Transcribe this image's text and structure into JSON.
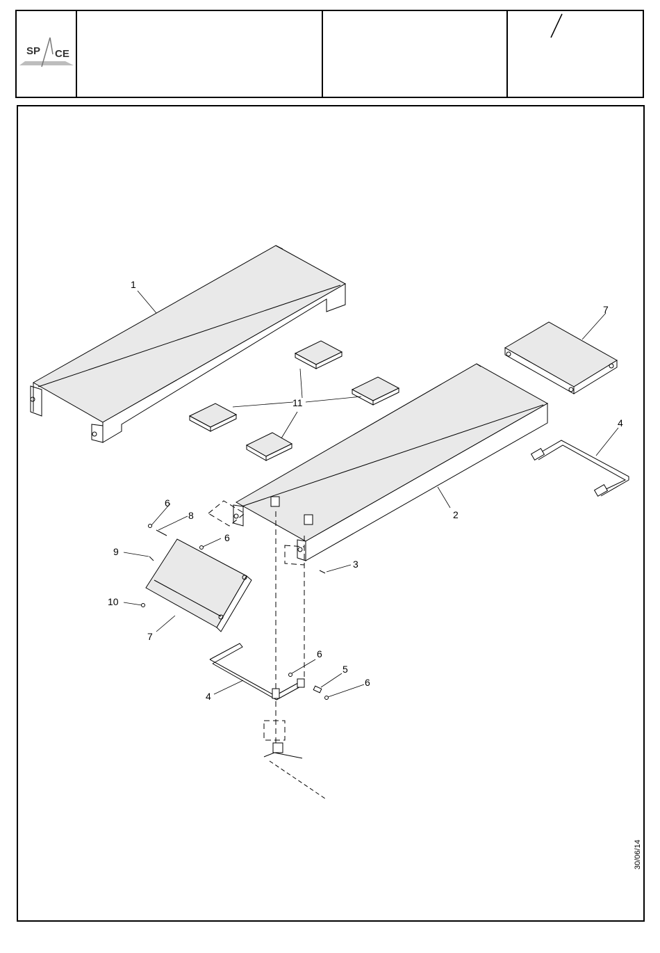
{
  "header": {
    "logo_text_left": "SP",
    "logo_text_right": "CE",
    "logo_mark": "A",
    "cell_description": "",
    "cell_code": "",
    "cell_revision": ""
  },
  "drawing": {
    "callouts": {
      "c1": "1",
      "c2": "2",
      "c3": "3",
      "c4a": "4",
      "c4b": "4",
      "c5": "5",
      "c6a": "6",
      "c6b": "6",
      "c6c": "6",
      "c6d": "6",
      "c7a": "7",
      "c7b": "7",
      "c8": "8",
      "c9": "9",
      "c10": "10",
      "c11": "11"
    }
  },
  "footer": {
    "date": "30/06/14"
  },
  "colors": {
    "line": "#000000",
    "panel_fill": "#e9e9e9",
    "logo_accent": "#888888"
  }
}
